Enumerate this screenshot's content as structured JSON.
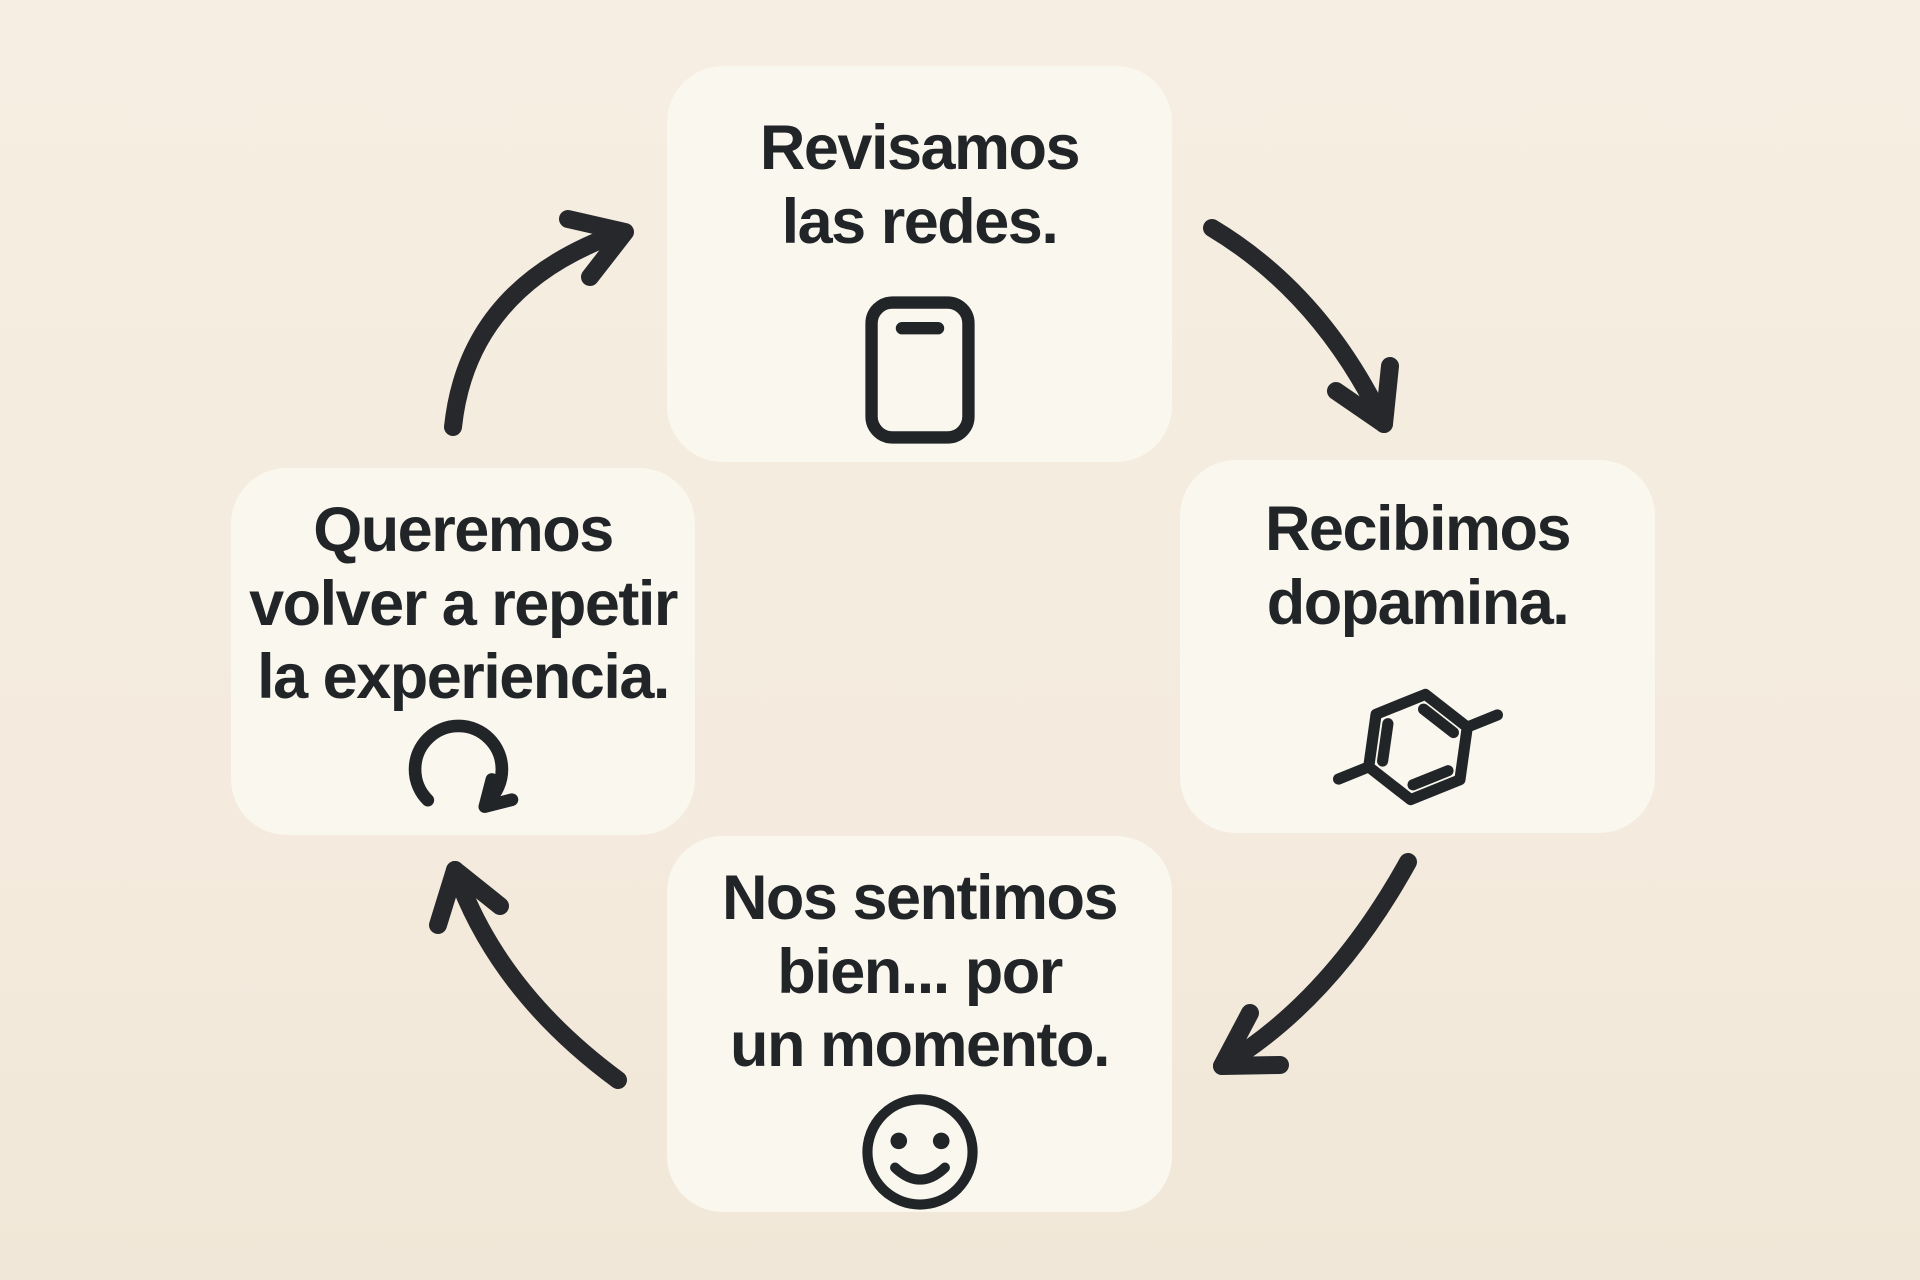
{
  "theme": {
    "background_color": "#f4ebde",
    "card_color": "#faf7ef",
    "ink_color": "#222528",
    "arrow_color": "#26282b"
  },
  "diagram": {
    "kind": "cycle",
    "direction": "clockwise",
    "steps": [
      {
        "id": "revisamos",
        "label": "Revisamos\nlas redes.",
        "icon": "smartphone-icon",
        "position": "top"
      },
      {
        "id": "dopamina",
        "label": "Recibimos\ndopamina.",
        "icon": "molecule-icon",
        "position": "right"
      },
      {
        "id": "momento",
        "label": "Nos sentimos\nbien... por\nun momento.",
        "icon": "smiley-face-icon",
        "position": "bottom"
      },
      {
        "id": "repetir",
        "label": "Queremos\nvolver a repetir\nla experiencia.",
        "icon": "repeat-arrow-icon",
        "position": "left"
      }
    ],
    "arrows": [
      {
        "from": "repetir",
        "to": "revisamos",
        "shape": "curved"
      },
      {
        "from": "revisamos",
        "to": "dopamina",
        "shape": "curved"
      },
      {
        "from": "dopamina",
        "to": "momento",
        "shape": "curved"
      },
      {
        "from": "momento",
        "to": "repetir",
        "shape": "curved"
      }
    ]
  }
}
